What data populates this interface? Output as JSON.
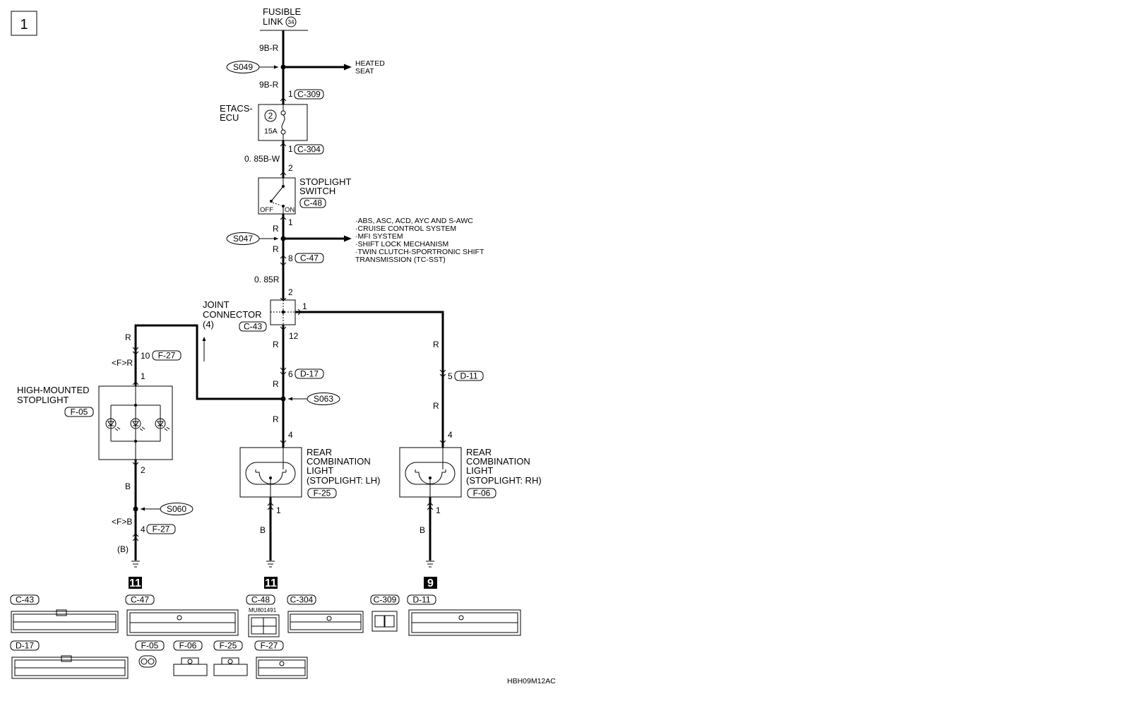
{
  "page_number": "1",
  "fusible_link": {
    "line1": "FUSIBLE",
    "line2": "LINK",
    "number": "34"
  },
  "wire_colors": {
    "w1": "9B-R",
    "w2": "9B-R",
    "w3": "0. 85B-W",
    "w4": "R",
    "w5": "R",
    "w6": "0. 85R",
    "w7": "R",
    "w8": "R",
    "w9": "R",
    "w10": "R",
    "w11": "R",
    "w12": "R",
    "w13": "<F>R",
    "w14": "B",
    "w15": "<F>B",
    "w16": "(B)",
    "w17": "B",
    "w18": "B"
  },
  "splices": {
    "s049": "S049",
    "s047": "S047",
    "s063": "S063",
    "s060": "S060"
  },
  "heated_seat": {
    "line1": "HEATED",
    "line2": "SEAT"
  },
  "etacs": {
    "line1": "ETACS-",
    "line2": "ECU",
    "fuse_no": "2",
    "fuse_amp": "15A"
  },
  "stoplight_switch": {
    "line1": "STOPLIGHT",
    "line2": "SWITCH",
    "connector": "C-48",
    "off": "OFF",
    "on": "ON"
  },
  "systems": [
    "·ABS, ASC, ACD, AYC AND S-AWC",
    "·CRUISE CONTROL SYSTEM",
    "·MFI SYSTEM",
    "·SHIFT LOCK MECHANISM",
    "·TWIN CLUTCH-SPORTRONIC SHIFT",
    " TRANSMISSION (TC-SST)"
  ],
  "joint_connector": {
    "line1": "JOINT",
    "line2": "CONNECTOR",
    "line3": "(4)",
    "connector": "C-43"
  },
  "pins": {
    "p1": "1",
    "p2": "1",
    "p3": "2",
    "p4": "1",
    "p5": "8",
    "p6": "2",
    "p7": "1",
    "p8": "12",
    "p9": "10",
    "p10": "1",
    "p11": "6",
    "p12": "5",
    "p13": "4",
    "p14": "4",
    "p15": "2",
    "p16": "4",
    "p17": "1",
    "p18": "1"
  },
  "connector_tags": {
    "c309": "C-309",
    "c304": "C-304",
    "c47": "C-47",
    "f27a": "F-27",
    "d17": "D-17",
    "d11": "D-11",
    "f27b": "F-27"
  },
  "high_mounted": {
    "line1": "HIGH-MOUNTED",
    "line2": "STOPLIGHT",
    "connector": "F-05"
  },
  "rear_lh": {
    "line1": "REAR",
    "line2": "COMBINATION",
    "line3": "LIGHT",
    "line4": "(STOPLIGHT: LH)",
    "connector": "F-25"
  },
  "rear_rh": {
    "line1": "REAR",
    "line2": "COMBINATION",
    "line3": "LIGHT",
    "line4": "(STOPLIGHT: RH)",
    "connector": "F-06"
  },
  "grounds": {
    "g1": "11",
    "g2": "11",
    "g3": "9"
  },
  "connector_legend": [
    {
      "name": "C-43"
    },
    {
      "name": "C-47"
    },
    {
      "name": "C-48"
    },
    {
      "name": "C-304"
    },
    {
      "name": "C-309"
    },
    {
      "name": "D-11"
    },
    {
      "name": "D-17"
    },
    {
      "name": "F-05"
    },
    {
      "name": "F-06"
    },
    {
      "name": "F-25"
    },
    {
      "name": "F-27"
    }
  ],
  "part_number": "MU801491",
  "figure_code": "HBH09M12AC"
}
